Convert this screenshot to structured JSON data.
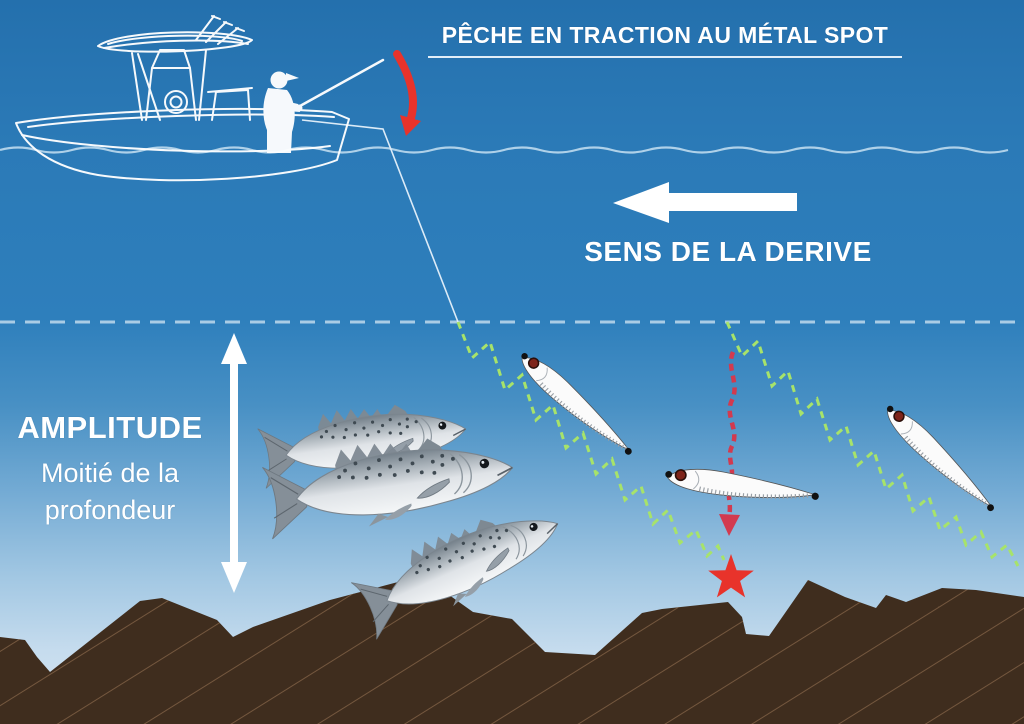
{
  "scene": {
    "title": "PÊCHE EN TRACTION AU MÉTAL SPOT",
    "drift_label": "SENS DE LA DERIVE",
    "amplitude": {
      "heading": "AMPLITUDE",
      "subtitle_line1": "Moitié de la",
      "subtitle_line2": "profondeur"
    },
    "colors": {
      "sea_surface_blue": "#2b7ab7",
      "sea_deep_light": "#d7e7f4",
      "seafloor_brown": "#3f2d1e",
      "seafloor_hatch": "#74573e",
      "accent_red": "#e8332b",
      "retrieve_path_red": "#d23a4f",
      "jig_path_green": "#a7e36a",
      "diagram_white": "#ffffff"
    },
    "icons": {
      "boat": "center-console-boat-with-angler-icon",
      "drift_arrow": "left-arrow-icon",
      "rod_action_arrow": "curved-down-arrow-icon",
      "amplitude_arrow": "vertical-double-arrow-icon",
      "jig_lure": "metal-jig-lure-icon",
      "sea_bass": "sea-bass-fish-icon",
      "strike_star": "star-icon"
    }
  }
}
